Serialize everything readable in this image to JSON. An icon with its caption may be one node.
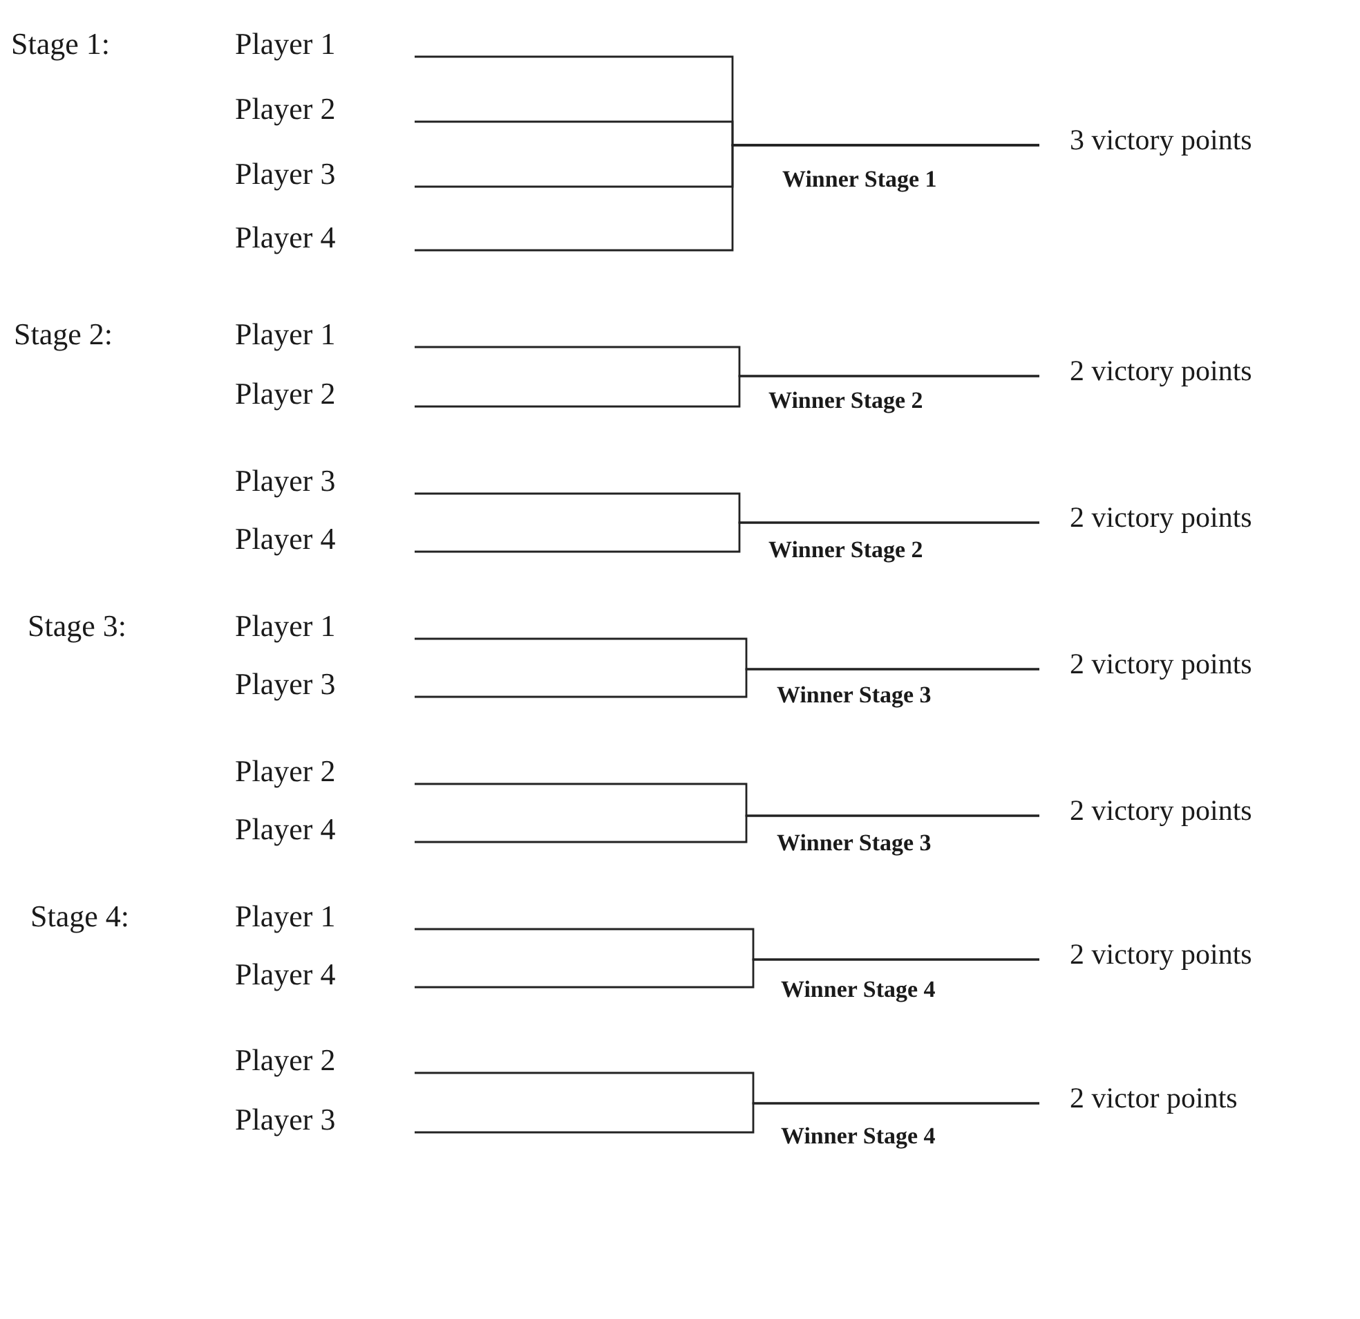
{
  "diagram": {
    "nodes": [
      {
        "text": [
          "Player 1"
        ]
      },
      {
        "text": [
          "Player 2"
        ]
      },
      {
        "text": [
          "Player 3"
        ]
      },
      {
        "text": [
          "Player 4"
        ]
      },
      {
        "text": [
          "3 victory points"
        ]
      },
      {
        "text": [
          "Player 1"
        ]
      },
      {
        "text": [
          "Player 2"
        ]
      },
      {
        "text": [
          "2 victory points"
        ]
      },
      {
        "text": [
          "Player 3"
        ]
      },
      {
        "text": [
          "Player 4"
        ]
      },
      {
        "text": [
          "2 victory points"
        ]
      },
      {
        "text": [
          "Player 1"
        ]
      },
      {
        "text": [
          "Player 3"
        ]
      },
      {
        "text": [
          "2 victory points"
        ]
      },
      {
        "text": [
          "Player 2"
        ]
      },
      {
        "text": [
          "Player 4"
        ]
      },
      {
        "text": [
          "2 victory points"
        ]
      },
      {
        "text": [
          "Player 1"
        ]
      },
      {
        "text": [
          "Player 4"
        ]
      },
      {
        "text": [
          "2 victory points"
        ]
      },
      {
        "text": [
          "Player 2"
        ]
      },
      {
        "text": [
          "Player 3"
        ]
      },
      {
        "text": [
          "2 victor points"
        ]
      }
    ],
    "edges": [
      {
        "from": 0,
        "to": 4,
        "arrow": "none"
      },
      {
        "from": 1,
        "to": 4,
        "arrow": "none"
      },
      {
        "from": 2,
        "to": 4,
        "arrow": "none"
      },
      {
        "from": 3,
        "to": 4,
        "arrow": "none"
      },
      {
        "from": 5,
        "to": 7,
        "arrow": "none"
      },
      {
        "from": 6,
        "to": 7,
        "arrow": "none"
      },
      {
        "from": 8,
        "to": 10,
        "arrow": "none"
      },
      {
        "from": 9,
        "to": 10,
        "arrow": "none"
      },
      {
        "from": 11,
        "to": 13,
        "arrow": "none"
      },
      {
        "from": 12,
        "to": 13,
        "arrow": "none"
      },
      {
        "from": 14,
        "to": 16,
        "arrow": "none"
      },
      {
        "from": 15,
        "to": 16,
        "arrow": "none"
      },
      {
        "from": 17,
        "to": 19,
        "arrow": "none"
      },
      {
        "from": 18,
        "to": 19,
        "arrow": "none"
      },
      {
        "from": 20,
        "to": 22,
        "arrow": "none"
      },
      {
        "from": 21,
        "to": 22,
        "arrow": "none"
      }
    ],
    "labels": [
      "Stage 1:",
      "Winner Stage 1",
      "Stage 2:",
      "Winner Stage 2",
      "Winner Stage 2",
      "Stage 3:",
      "Winner Stage 3",
      "Winner Stage 3",
      "Stage 4:",
      "Winner Stage 4",
      "Winner Stage 4"
    ]
  }
}
